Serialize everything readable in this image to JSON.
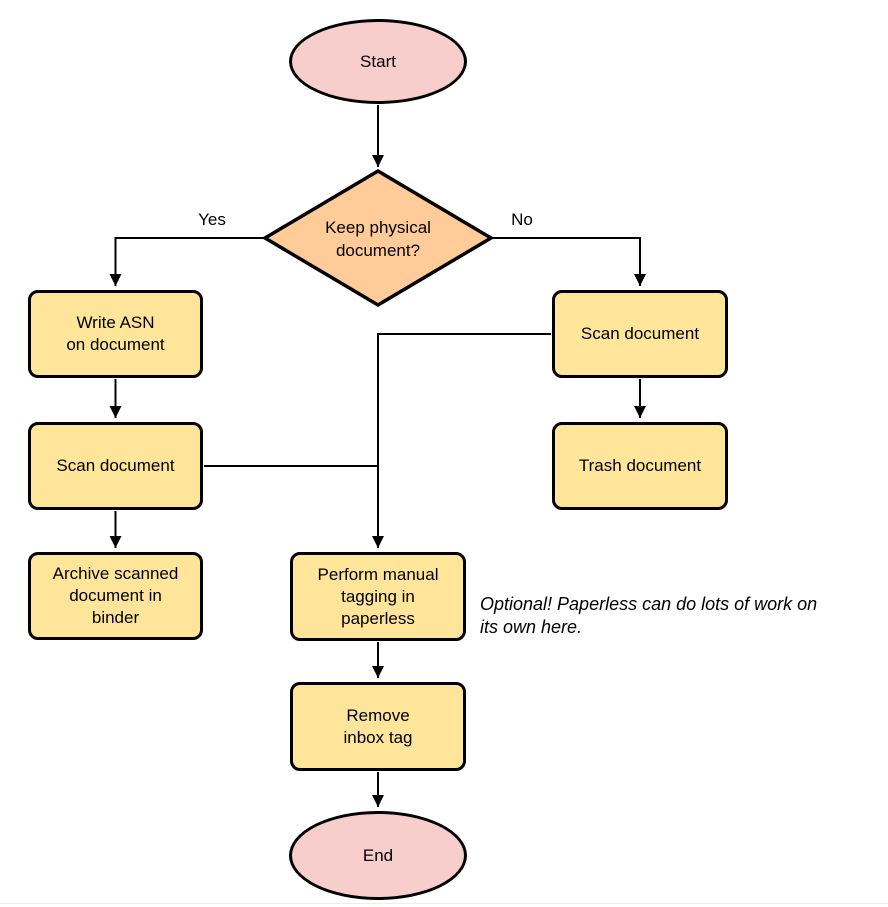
{
  "colors": {
    "terminator_fill": "#f8cecc",
    "decision_fill": "#ffcc99",
    "process_fill": "#ffe599",
    "stroke": "#000000"
  },
  "nodes": {
    "start": {
      "label": "Start",
      "type": "terminator"
    },
    "decision": {
      "label": "Keep physical\ndocument?",
      "type": "decision"
    },
    "write_asn": {
      "label": "Write ASN\non document",
      "type": "process"
    },
    "scan_left": {
      "label": "Scan document",
      "type": "process"
    },
    "archive": {
      "label": "Archive scanned\ndocument in\nbinder",
      "type": "process"
    },
    "scan_right": {
      "label": "Scan document",
      "type": "process"
    },
    "trash": {
      "label": "Trash document",
      "type": "process"
    },
    "tagging": {
      "label": "Perform manual\ntagging in\npaperless",
      "type": "process"
    },
    "remove_inbox": {
      "label": "Remove\ninbox tag",
      "type": "process"
    },
    "end": {
      "label": "End",
      "type": "terminator"
    }
  },
  "edge_labels": {
    "yes": "Yes",
    "no": "No"
  },
  "annotation": {
    "text": "Optional! Paperless can do lots of work on\nits own here."
  }
}
